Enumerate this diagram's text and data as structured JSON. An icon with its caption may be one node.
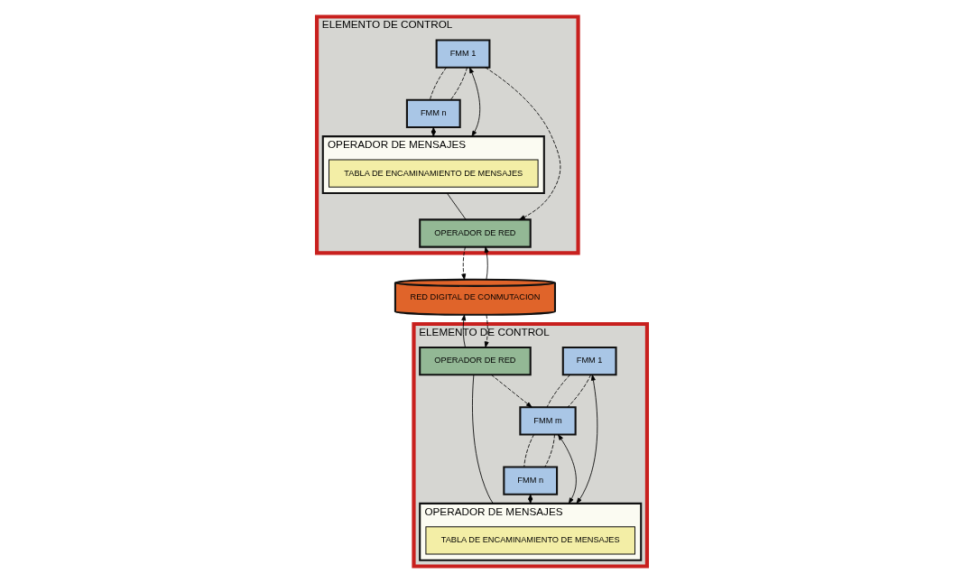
{
  "diagram": {
    "nodes": [
      {
        "text": [
          "ELEMENTO DE CONTROL"
        ]
      },
      {
        "text": [
          "FMM 1"
        ],
        "in": 0
      },
      {
        "text": [
          "FMM n"
        ],
        "in": 0
      },
      {
        "text": [
          "OPERADOR DE MENSAJES"
        ],
        "in": 0
      },
      {
        "text": [
          "TABLA DE ENCAMINAMIENTO DE MENSAJES"
        ],
        "in": 3
      },
      {
        "text": [
          "OPERADOR DE RED"
        ],
        "in": 0
      },
      {
        "text": [
          "RED DIGITAL DE CONMUTACION"
        ]
      },
      {
        "text": [
          "ELEMENTO DE CONTROL"
        ]
      },
      {
        "text": [
          "FMM 1"
        ],
        "in": 7
      },
      {
        "text": [
          "FMM m"
        ],
        "in": 7
      },
      {
        "text": [
          "FMM n"
        ],
        "in": 7
      },
      {
        "text": [
          "OPERADOR DE MENSAJES"
        ],
        "in": 7
      },
      {
        "text": [
          "TABLA DE ENCAMINAMIENTO DE MENSAJES"
        ],
        "in": 11
      },
      {
        "text": [
          "OPERADOR DE RED"
        ],
        "in": 7
      }
    ],
    "edges": [
      {
        "from": 1,
        "to": 2,
        "arrow": "none",
        "style": "dashed"
      },
      {
        "from": 1,
        "to": 2,
        "arrow": "none",
        "style": "dashed"
      },
      {
        "from": 1,
        "to": 3,
        "arrow": "both"
      },
      {
        "from": 2,
        "to": 3,
        "arrow": "both"
      },
      {
        "from": 1,
        "to": 5,
        "arrow": "to",
        "style": "dashed"
      },
      {
        "from": 3,
        "to": 5,
        "arrow": "none"
      },
      {
        "from": 5,
        "to": 6,
        "arrow": "to",
        "style": "dashed"
      },
      {
        "from": 6,
        "to": 5,
        "arrow": "to"
      },
      {
        "from": 8,
        "to": 9,
        "arrow": "none",
        "style": "dashed"
      },
      {
        "from": 8,
        "to": 9,
        "arrow": "none",
        "style": "dashed"
      },
      {
        "from": 9,
        "to": 10,
        "arrow": "none",
        "style": "dashed"
      },
      {
        "from": 9,
        "to": 10,
        "arrow": "none",
        "style": "dashed"
      },
      {
        "from": 8,
        "to": 11,
        "arrow": "both"
      },
      {
        "from": 9,
        "to": 11,
        "arrow": "both"
      },
      {
        "from": 10,
        "to": 11,
        "arrow": "both"
      },
      {
        "from": 13,
        "to": 9,
        "arrow": "to",
        "style": "dashed"
      },
      {
        "from": 11,
        "to": 13,
        "arrow": "none"
      },
      {
        "from": 6,
        "to": 13,
        "arrow": "to",
        "style": "dashed"
      },
      {
        "from": 13,
        "to": 6,
        "arrow": "to"
      }
    ]
  }
}
